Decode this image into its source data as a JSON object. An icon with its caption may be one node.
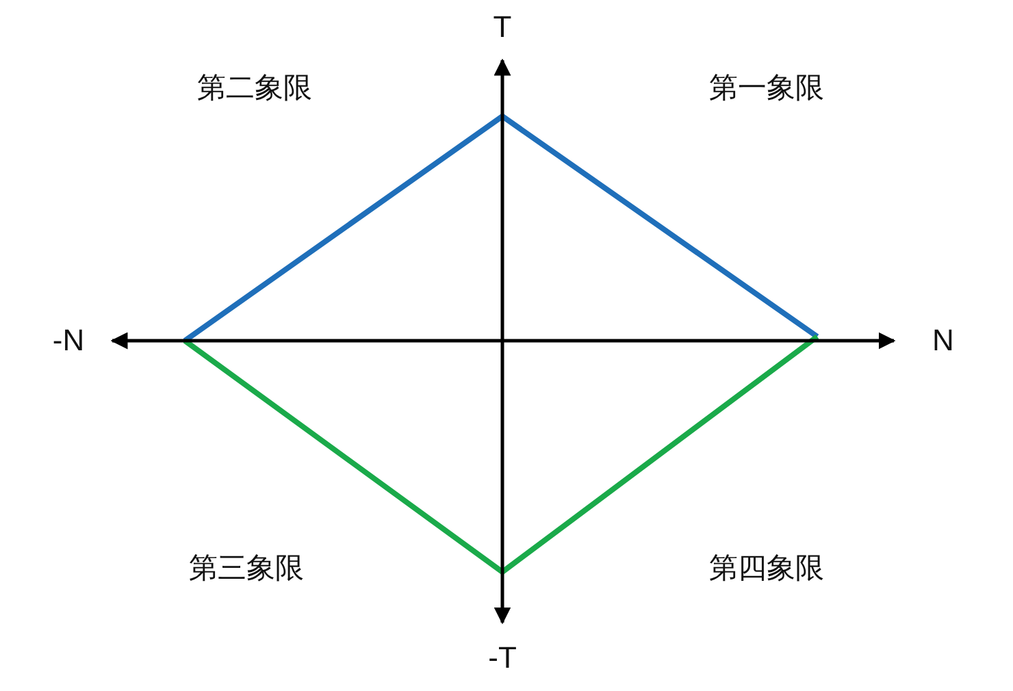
{
  "diagram": {
    "labels": [
      "T",
      "第二象限",
      "第一象限",
      "-N",
      "N",
      "第三象限",
      "第四象限",
      "-T"
    ]
  }
}
